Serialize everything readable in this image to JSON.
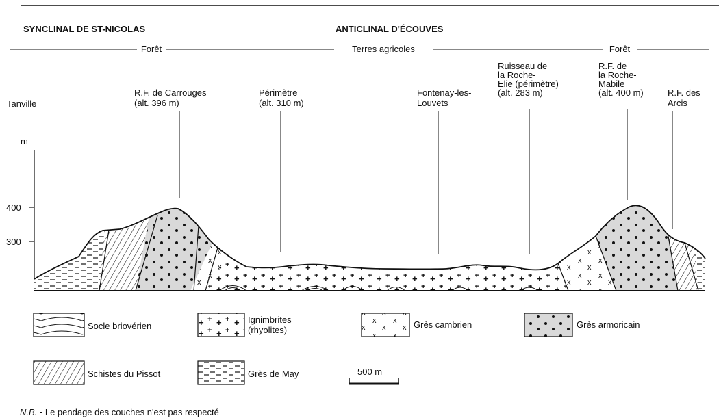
{
  "headers": {
    "left": "SYNCLINAL DE ST-NICOLAS",
    "right": "ANTICLINAL D'ÉCOUVES"
  },
  "land_use": {
    "foret_left": "Forêt",
    "terres": "Terres agricoles",
    "foret_right": "Forêt"
  },
  "places": {
    "tanville": [
      "Tanville"
    ],
    "carrouges": [
      "R.F. de Carrouges",
      "(alt. 396 m)"
    ],
    "perimetre": [
      "Périmètre",
      "(alt. 310 m)"
    ],
    "fontenay": [
      "Fontenay-les-",
      "Louvets"
    ],
    "ruisseau": [
      "Ruisseau de",
      "la Roche-",
      "Elie (périmètre)",
      "(alt. 283 m)"
    ],
    "mabile": [
      "R.F. de",
      "la Roche-",
      "Mabile",
      "(alt. 400 m)"
    ],
    "arcis": [
      "R.F. des",
      "Arcis"
    ]
  },
  "axis": {
    "unit": "m",
    "ticks": [
      "400",
      "300"
    ]
  },
  "legend": {
    "socle": "Socle briovérien",
    "ignimbrites": [
      "Ignimbrites",
      "(rhyolites)"
    ],
    "gres_cambrien": "Grès cambrien",
    "gres_armoricain": "Grès armoricain",
    "schistes": "Schistes du Pissot",
    "gres_may": "Grès de May"
  },
  "scale_bar": "500 m",
  "note": {
    "nb": "N.B.",
    "text": " - Le pendage des couches n'est pas respecté"
  }
}
